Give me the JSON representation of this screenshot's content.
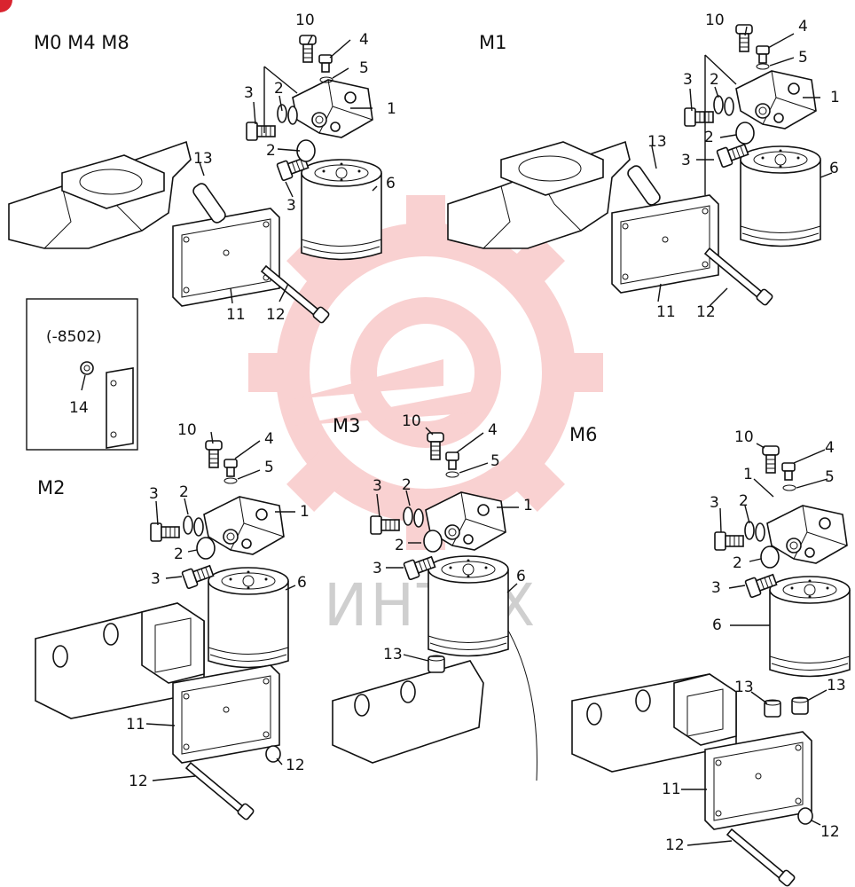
{
  "views": [
    {
      "id": "m0m4m8",
      "title": "M0 M4 M8"
    },
    {
      "id": "m1",
      "title": "M1"
    },
    {
      "id": "m2",
      "title": "M2"
    },
    {
      "id": "m3",
      "title": "M3"
    },
    {
      "id": "m6",
      "title": "M6"
    }
  ],
  "inset": {
    "code": "(-8502)",
    "part": "14"
  },
  "watermark": {
    "text": "ИНТЕХ",
    "color": "#f2a7a7"
  },
  "parts": {
    "p1": "1",
    "p2": "2",
    "p3": "3",
    "p4": "4",
    "p5": "5",
    "p6": "6",
    "p10": "10",
    "p11": "11",
    "p12": "12",
    "p13": "13"
  }
}
